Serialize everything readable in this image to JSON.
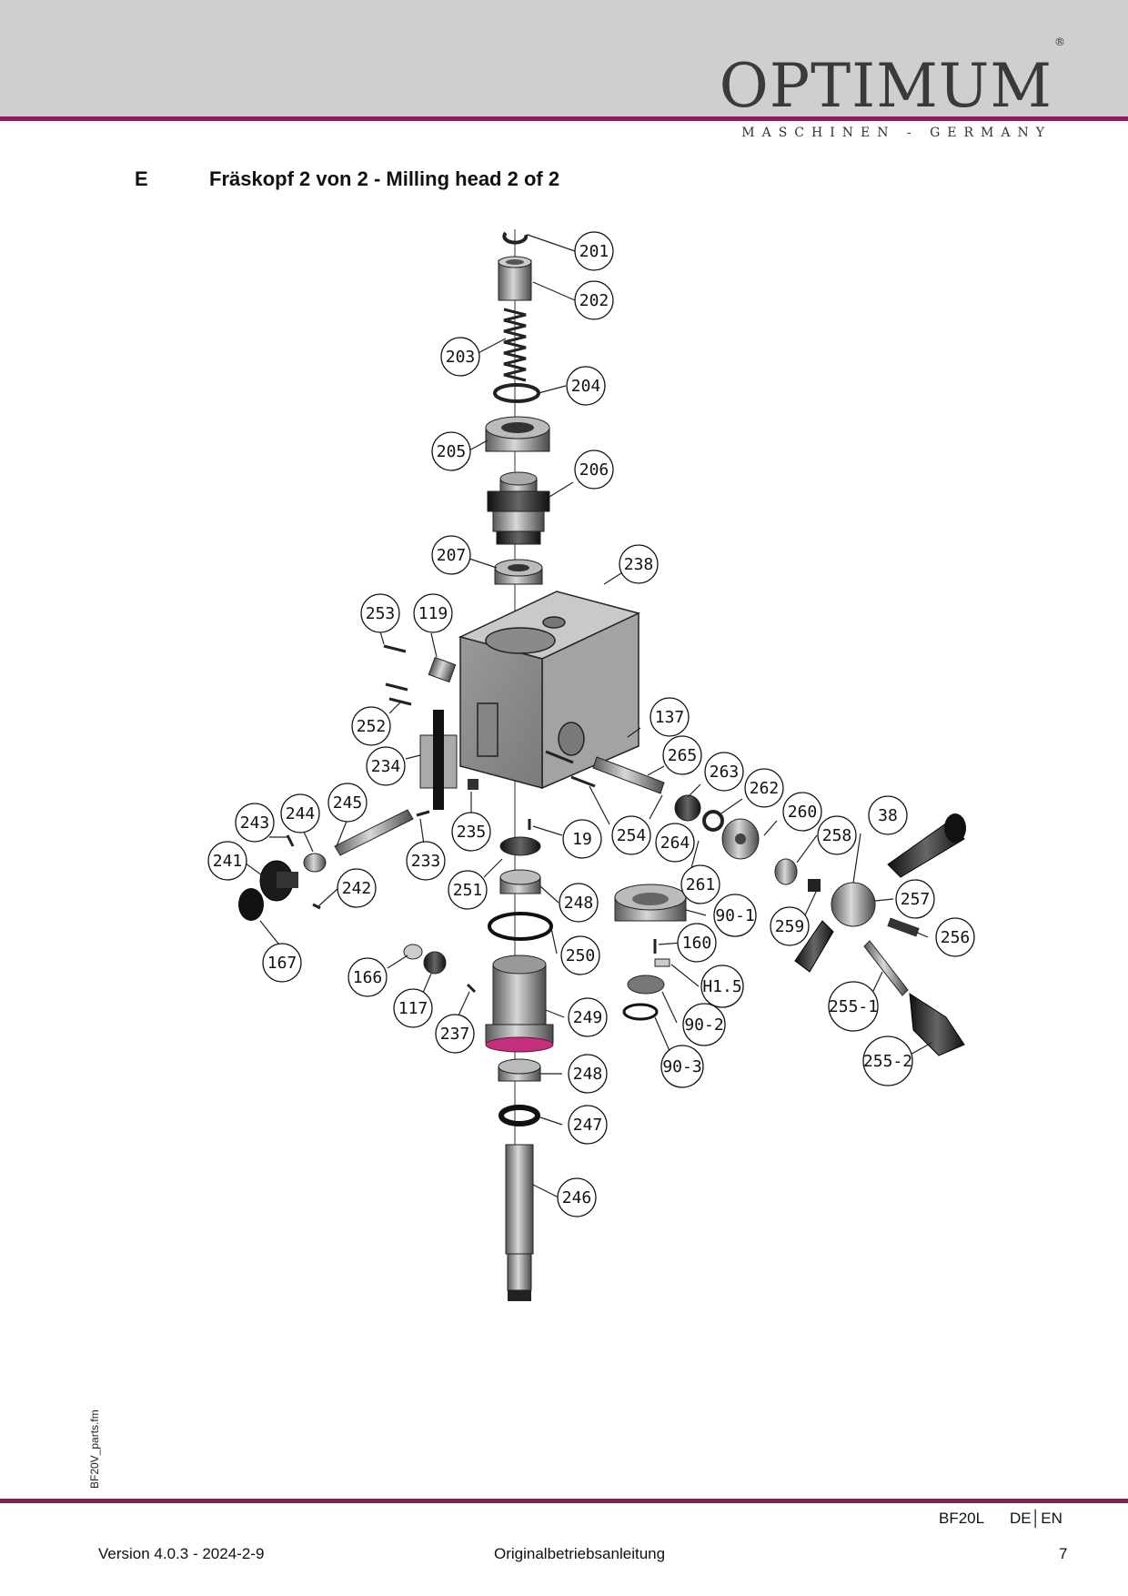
{
  "header": {
    "brand": "OPTIMUM",
    "registered": "®",
    "tagline": "MASCHINEN - GERMANY"
  },
  "section": {
    "letter": "E",
    "title": "Fräskopf 2 von 2 - Milling head 2 of 2"
  },
  "part_labels": [
    "201",
    "202",
    "203",
    "204",
    "205",
    "206",
    "207",
    "238",
    "253",
    "119",
    "252",
    "234",
    "137",
    "265",
    "263",
    "262",
    "260",
    "38",
    "243",
    "244",
    "245",
    "241",
    "242",
    "233",
    "235",
    "19",
    "254",
    "264",
    "258",
    "251",
    "248",
    "261",
    "90-1",
    "257",
    "259",
    "256",
    "160",
    "167",
    "166",
    "117",
    "237",
    "250",
    "249",
    "H1.5",
    "90-2",
    "255-1",
    "90-3",
    "248",
    "247",
    "255-2",
    "246"
  ],
  "sidebar_file": "BF20V_parts.fm",
  "footer": {
    "model": "BF20L",
    "language": "DE│EN",
    "version": "Version 4.0.3 - 2024-2-9",
    "manual": "Originalbetriebsanleitung",
    "page": "7"
  }
}
